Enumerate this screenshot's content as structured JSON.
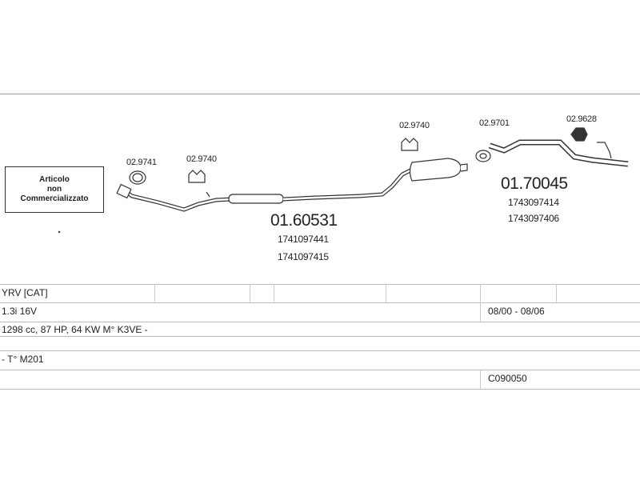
{
  "diagram": {
    "notice": {
      "line1": "Articolo",
      "line2": "non",
      "line3": "Commercializzato"
    },
    "parts": [
      {
        "code": "02.9741"
      },
      {
        "code": "02.9740"
      },
      {
        "code": "02.9740"
      },
      {
        "code": "02.9701"
      },
      {
        "code": "02.9628"
      }
    ],
    "assemblies": [
      {
        "code": "01.60531",
        "refs": [
          "1741097441",
          "1741097415"
        ]
      },
      {
        "code": "01.70045",
        "refs": [
          "1743097414",
          "1743097406"
        ]
      }
    ]
  },
  "table": {
    "model": "YRV  [CAT]",
    "engine": "1.3i 16V",
    "period": "08/00 - 08/06",
    "spec": "1298 cc, 87 HP, 64 KW M° K3VE -",
    "type": "- T° M201",
    "catalog_code": "C090050"
  }
}
